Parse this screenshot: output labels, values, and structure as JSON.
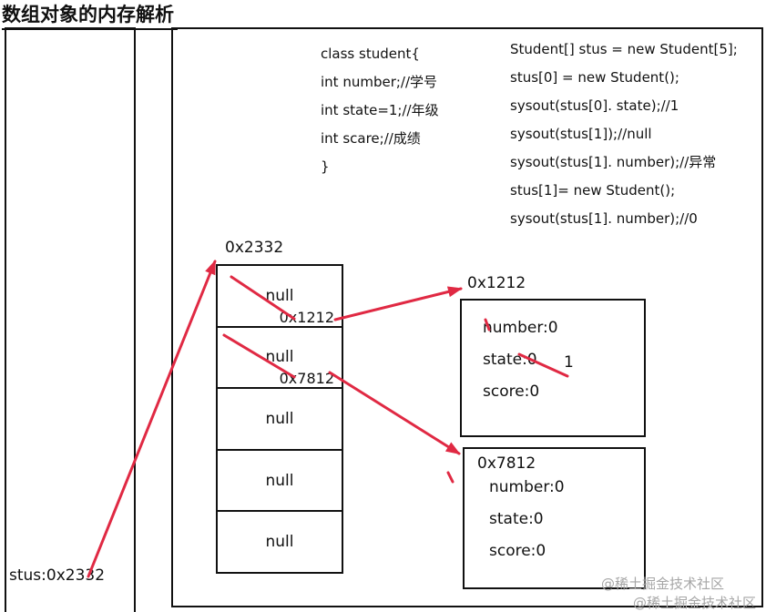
{
  "title": "数组对象的内存解析",
  "stack": {
    "var_label": "stus:0x2332"
  },
  "code_class": {
    "lines": [
      "class student{",
      "int number;//学号",
      "int state=1;//年级",
      "int scare;//成绩",
      "}"
    ]
  },
  "code_main": {
    "lines": [
      "Student[] stus = new Student[5];",
      "stus[0] = new Student();",
      "sysout(stus[0]. state);//1",
      "sysout(stus[1]);//null",
      "sysout(stus[1]. number);//异常",
      "stus[1]= new Student();",
      "sysout(stus[1]. number);//0"
    ]
  },
  "array": {
    "address": "0x2332",
    "cells": [
      {
        "value": "null",
        "new_value": "0x1212"
      },
      {
        "value": "null",
        "new_value": "0x7812"
      },
      {
        "value": "null",
        "new_value": ""
      },
      {
        "value": "null",
        "new_value": ""
      },
      {
        "value": "null",
        "new_value": ""
      }
    ]
  },
  "objects": [
    {
      "address": "0x1212",
      "fields": [
        {
          "label": "number:0",
          "new_value": ""
        },
        {
          "label": "state:0",
          "new_value": "1"
        },
        {
          "label": "score:0",
          "new_value": ""
        }
      ]
    },
    {
      "address": "0x7812",
      "fields": [
        {
          "label": "number:0",
          "new_value": ""
        },
        {
          "label": "state:0",
          "new_value": ""
        },
        {
          "label": "score:0",
          "new_value": ""
        }
      ]
    }
  ],
  "watermark": {
    "line1": "@稀土掘金技术社区",
    "line2": "@稀土掘金技术社区"
  },
  "colors": {
    "arrow": "#e02943",
    "border": "#111111",
    "watermark": "#a6a6a6"
  }
}
